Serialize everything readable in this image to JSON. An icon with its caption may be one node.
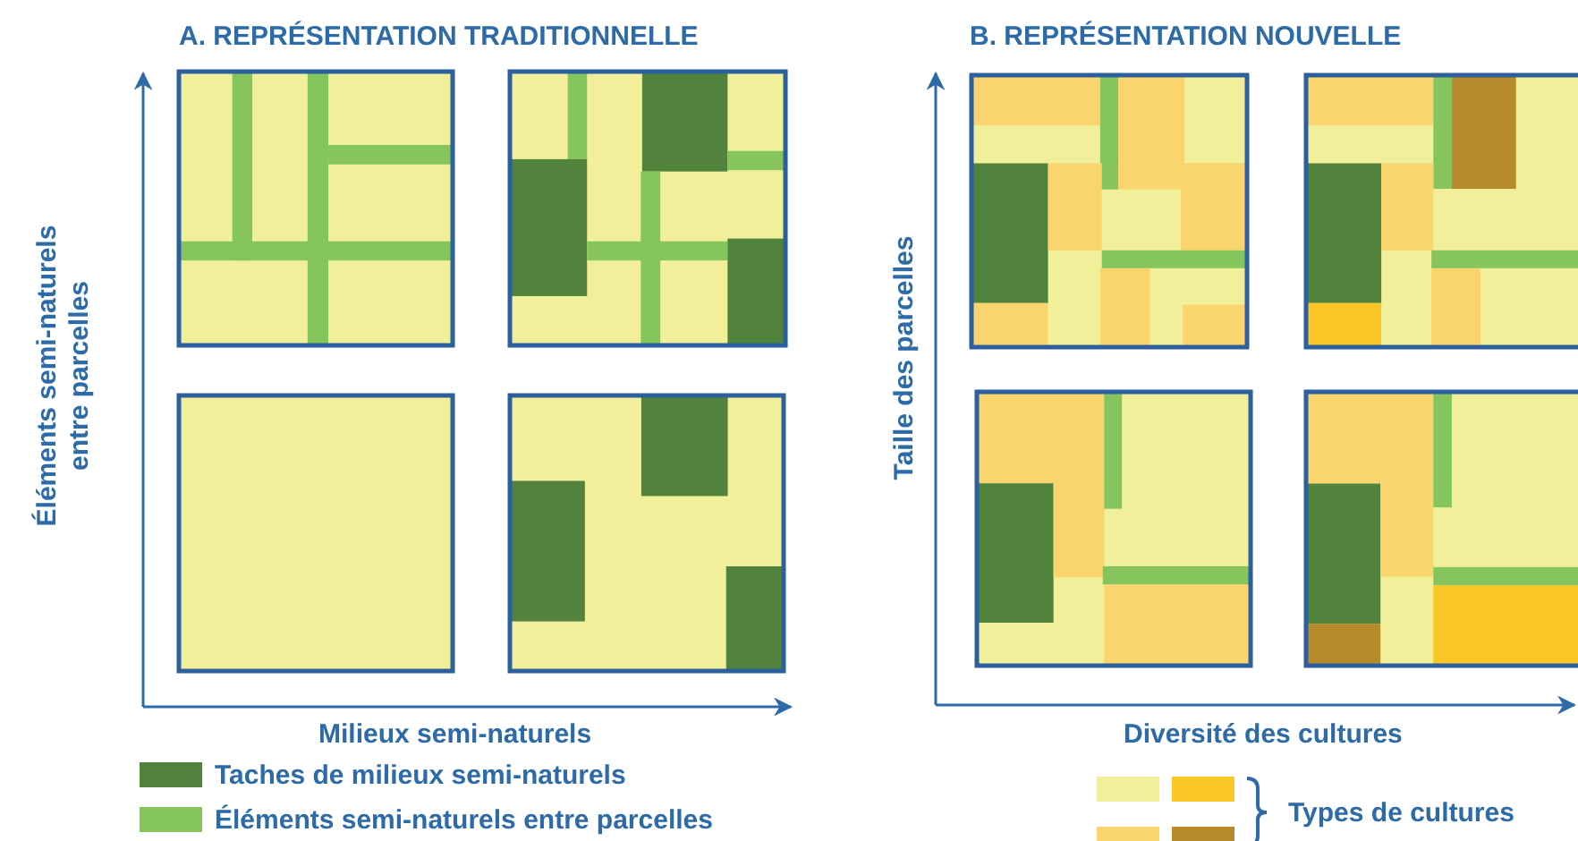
{
  "diagram": {
    "labels": [
      "A. REPRÉSENTATION TRADITIONNELLE",
      "B. REPRÉSENTATION NOUVELLE",
      "Éléments semi-naturels entre parcelles",
      "Milieux semi-naturels",
      "Taille des parcelles",
      "Diversité des cultures"
    ],
    "legend": [
      {
        "text": "Taches de milieux semi-naturels",
        "color": "#52833c"
      },
      {
        "text": "Éléments semi-naturels entre parcelles",
        "color": "#86c45e"
      },
      {
        "text": "Types de cultures"
      }
    ]
  }
}
